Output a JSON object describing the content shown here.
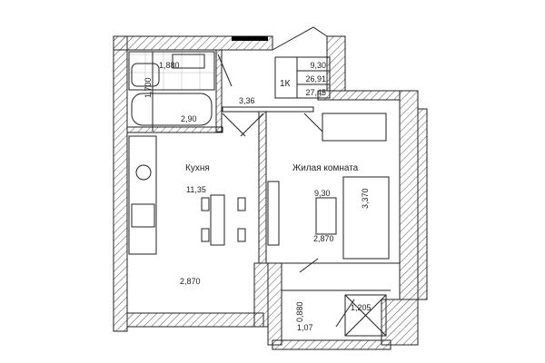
{
  "apartment": {
    "type": "1К",
    "area_summary": [
      "9,30",
      "26,91",
      "27,45"
    ]
  },
  "rooms": {
    "bathroom_area": "2,90",
    "bathroom_width": "1,880",
    "bathroom_depth": "1,700",
    "hallway_area": "3,36",
    "kitchen_label": "Кухня",
    "kitchen_area": "11,35",
    "kitchen_width": "2,870",
    "living_label": "Жилая комната",
    "living_area": "9,30",
    "living_width": "2,870",
    "living_depth": "3,370",
    "balcony_width": "1,205",
    "balcony_depth": "0,880",
    "balcony_area": "1,07"
  },
  "colors": {
    "wall_line": "#222222",
    "hatch": "#555555",
    "window_bar": "#000000"
  }
}
